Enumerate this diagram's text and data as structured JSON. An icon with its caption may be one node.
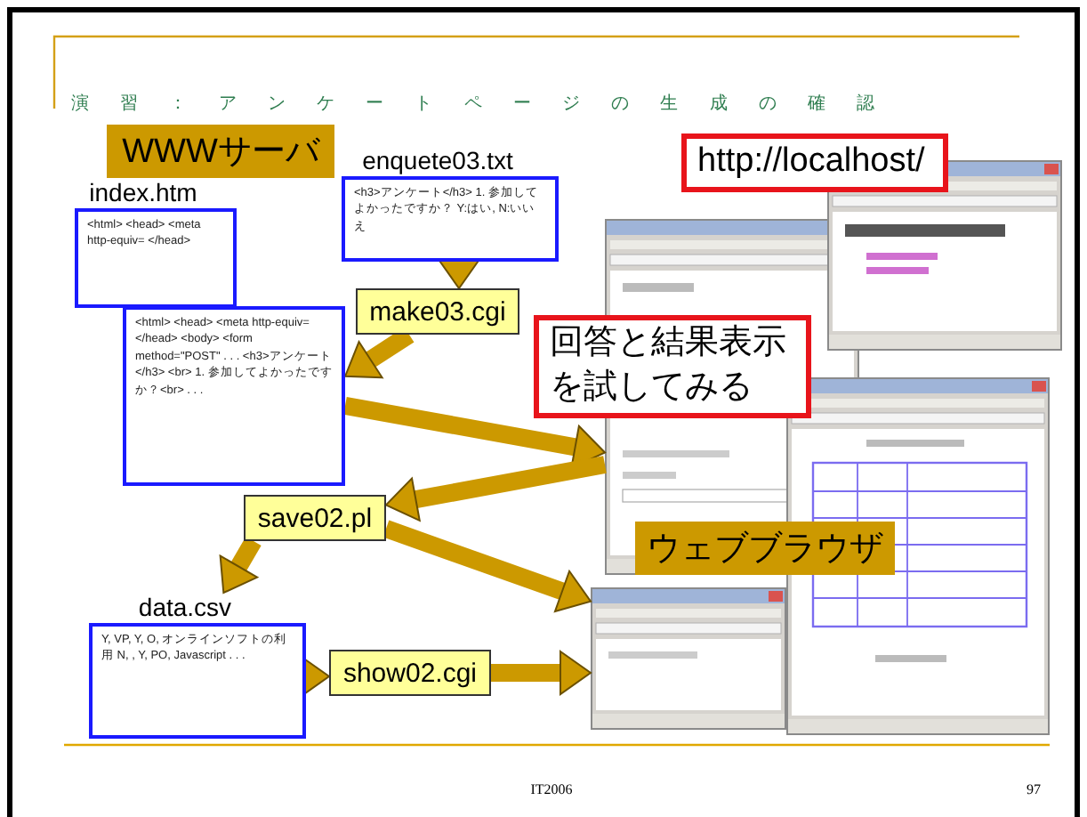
{
  "diagram": {
    "title": "演習：アンケートページの生成の確認",
    "nodes": [
      {
        "text": [
          "WWWサーバ"
        ]
      },
      {
        "text": [
          "index.htm",
          "<html> <head> <meta http-equiv= </head>"
        ]
      },
      {
        "text": [
          "enquete03.txt",
          "<h3>アンケート</h3> 1. 参加してよかったですか？ Y:はい, N:いいえ"
        ]
      },
      {
        "text": [
          "http://localhost/"
        ]
      },
      {
        "text": [
          "make03.cgi"
        ]
      },
      {
        "text": [
          "<html> <head> <meta http-equiv= </head> <body> <form method=\"POST\" . . . <h3>アンケート</h3> <br> 1. 参加してよかったですか？<br> . . ."
        ]
      },
      {
        "text": [
          "回答と結果表示を試してみる"
        ]
      },
      {
        "text": [],
        "shape": "picture"
      },
      {
        "text": [
          "save02.pl"
        ]
      },
      {
        "text": [],
        "shape": "picture"
      },
      {
        "text": [
          "ウェブブラウザ"
        ]
      },
      {
        "text": [
          "data.csv",
          "Y, VP, Y, O, オンラインソフトの利用 N, , Y, PO, Javascript . . ."
        ]
      },
      {
        "text": [
          "show02.cgi"
        ]
      },
      {
        "text": [],
        "shape": "picture"
      }
    ],
    "edges": [
      {
        "from": 2,
        "to": 4,
        "arrow": "to"
      },
      {
        "from": 4,
        "to": 5,
        "arrow": "to"
      },
      {
        "from": 5,
        "to": 7,
        "arrow": "to"
      },
      {
        "from": 7,
        "to": 8,
        "arrow": "to"
      },
      {
        "from": 8,
        "to": 11,
        "arrow": "to"
      },
      {
        "from": 8,
        "to": 13,
        "arrow": "to"
      },
      {
        "from": 11,
        "to": 12,
        "arrow": "to"
      },
      {
        "from": 12,
        "to": 13,
        "arrow": "to"
      }
    ],
    "labels": [
      "IT2006",
      "97"
    ]
  }
}
